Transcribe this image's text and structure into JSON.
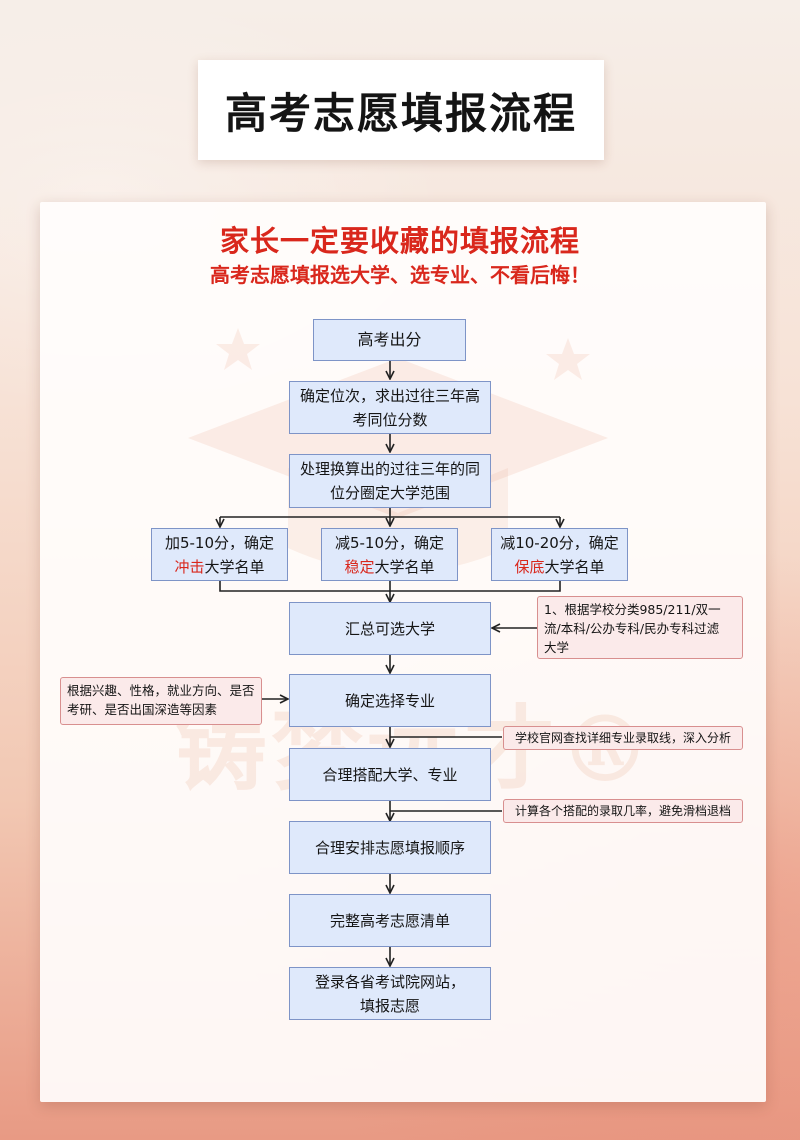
{
  "main_title": "高考志愿填报流程",
  "heading": "家长一定要收藏的填报流程",
  "subheading": "高考志愿填报选大学、选专业、不看后悔！",
  "watermark": "铸梦远才®",
  "colors": {
    "accent_red": "#d9271c",
    "box_fill": "#dfe9fb",
    "box_border": "#7e94c7",
    "note_fill": "#fbeaea",
    "note_border": "#d88f8f"
  },
  "flow": {
    "step1": "高考出分",
    "step2": {
      "line1": "确定位次，求出过往三年高",
      "line2": "考同位分数"
    },
    "step3": {
      "line1": "处理换算出的过往三年的同",
      "line2": "位分圈定大学范围"
    },
    "branches": [
      {
        "line1": "加5-10分，确定",
        "highlight": "冲击",
        "rest": "大学名单"
      },
      {
        "line1": "减5-10分，确定",
        "highlight": "稳定",
        "rest": "大学名单"
      },
      {
        "line1": "减10-20分，确定",
        "highlight": "保底",
        "rest": "大学名单"
      }
    ],
    "step4": "汇总可选大学",
    "step5": "确定选择专业",
    "step6": "合理搭配大学、专业",
    "step7": "合理安排志愿填报顺序",
    "step8": "完整高考志愿清单",
    "step9": {
      "line1": "登录各省考试院网站，",
      "line2": "填报志愿"
    }
  },
  "notes": {
    "school_filter": {
      "line1": "1、根据学校分类985/211/双一",
      "line2": "流/本科/公办专科/民办专科过滤",
      "line3": "大学"
    },
    "interest": {
      "line1": "根据兴趣、性格，就业方向、是否",
      "line2": "考研、是否出国深造等因素"
    },
    "official_site": "学校官网查找详细专业录取线，深入分析",
    "probability": "计算各个搭配的录取几率，避免滑档退档"
  }
}
